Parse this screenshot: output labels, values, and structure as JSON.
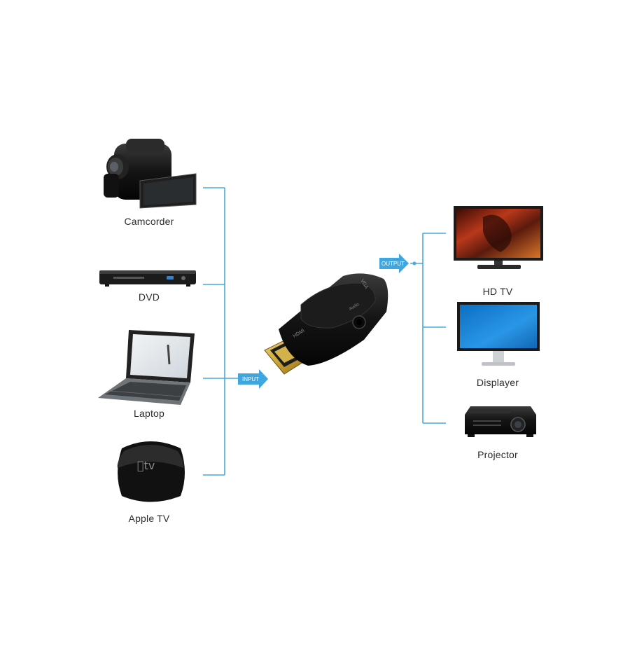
{
  "diagram": {
    "sources": [
      {
        "label": "Camcorder",
        "icon": "camcorder-icon"
      },
      {
        "label": "DVD",
        "icon": "dvd-player-icon"
      },
      {
        "label": "Laptop",
        "icon": "laptop-icon"
      },
      {
        "label": "Apple TV",
        "icon": "apple-tv-icon"
      }
    ],
    "outputs": [
      {
        "label": "HD TV",
        "icon": "hd-tv-icon"
      },
      {
        "label": "Displayer",
        "icon": "monitor-icon"
      },
      {
        "label": "Projector",
        "icon": "projector-icon"
      }
    ],
    "input_label": "INPUT",
    "output_label": "OUTPUT",
    "adapter": {
      "hdmi_text": "HDMI",
      "vga_text": "VGA",
      "audio_text": "Audio"
    },
    "colors": {
      "connector_line": "#4aa8de",
      "arrow_fill": "#3fa6e0",
      "device_body": "#1a1a1a",
      "gold_plug": "#c9a233"
    }
  }
}
